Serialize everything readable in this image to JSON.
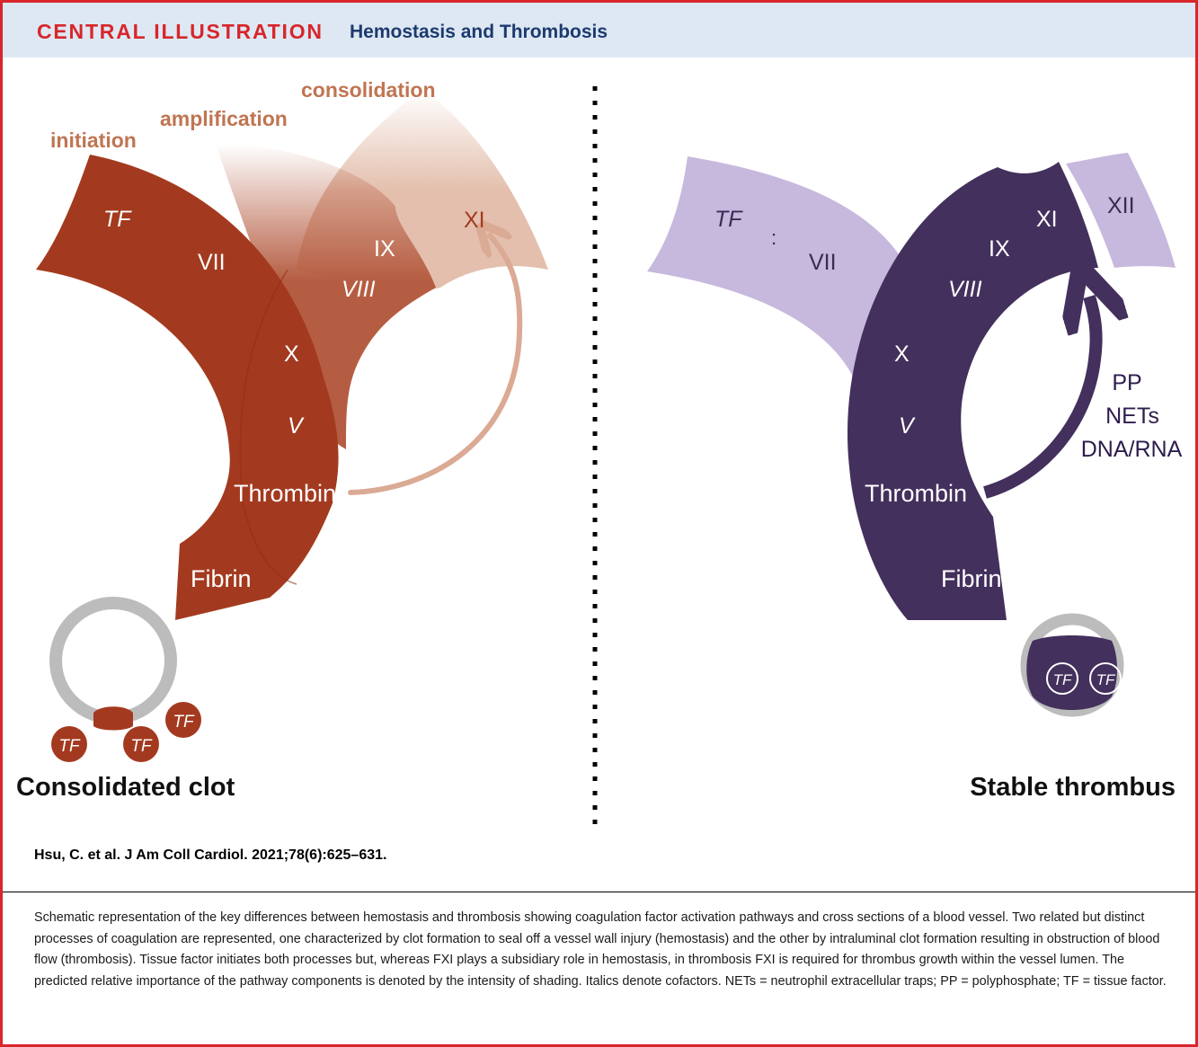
{
  "header": {
    "kicker": "CENTRAL ILLUSTRATION",
    "title": "Hemostasis and Thrombosis"
  },
  "hemostasis": {
    "phase_labels": {
      "initiation": "initiation",
      "amplification": "amplification",
      "consolidation": "consolidation"
    },
    "factors": {
      "tf": "TF",
      "vii": "VII",
      "ix": "IX",
      "viii": "VIII",
      "x": "X",
      "v": "V",
      "xi": "XI",
      "thrombin": "Thrombin",
      "fibrin": "Fibrin"
    },
    "vessel_tf": [
      "TF",
      "TF",
      "TF"
    ],
    "caption": "Consolidated clot",
    "colors": {
      "initiation": "#a33a1f",
      "amplification": "#b55d42",
      "consolidation": "#e4bfae",
      "phase_text": "#c07552",
      "arrow": "#dbaa94"
    }
  },
  "thrombosis": {
    "factors": {
      "tf": "TF",
      "colon": ":",
      "vii": "VII",
      "ix": "IX",
      "viii": "VIII",
      "x": "X",
      "v": "V",
      "xi": "XI",
      "xii": "XII",
      "thrombin": "Thrombin",
      "fibrin": "Fibrin"
    },
    "activators": [
      "PP",
      "NETs",
      "DNA/RNA"
    ],
    "vessel_tf": [
      "TF",
      "TF"
    ],
    "caption": "Stable thrombus",
    "colors": {
      "dark": "#43305d",
      "light": "#c7b8dd",
      "activator_text": "#2e1c4e"
    }
  },
  "citation": "Hsu, C. et al. J Am Coll Cardiol. 2021;78(6):625–631.",
  "caption": "Schematic representation of the key differences between hemostasis and thrombosis showing coagulation factor activation pathways and cross sections of a blood vessel. Two related but distinct processes of coagulation are represented, one characterized by clot formation to seal off a vessel wall injury (hemostasis) and the other by intraluminal clot formation resulting in obstruction of blood flow (thrombosis). Tissue factor initiates both processes but, whereas FXI plays a subsidiary role in hemostasis, in thrombosis FXI is required for thrombus growth within the vessel lumen. The predicted relative importance of the pathway components is denoted by the intensity of shading. Italics denote cofactors. NETs = neutrophil extracellular traps; PP = polyphosphate; TF = tissue factor."
}
